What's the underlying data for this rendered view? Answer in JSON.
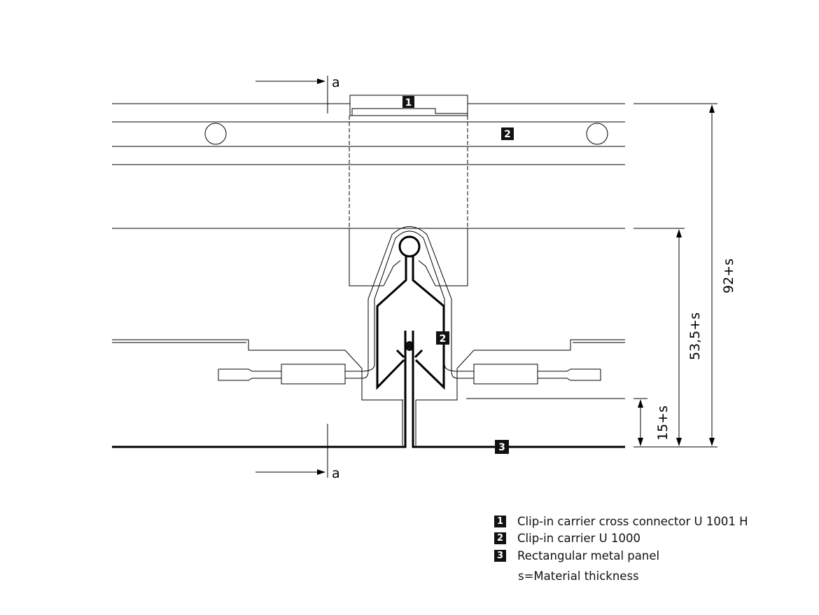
{
  "section_marks": {
    "top": "a",
    "bottom": "a"
  },
  "callouts": {
    "c1": "1",
    "c2_rail": "2",
    "c2_clip": "2",
    "c3": "3"
  },
  "dimensions": {
    "overall": "92+s",
    "middle": "53,5+s",
    "lower": "15+s"
  },
  "legend": {
    "items": [
      {
        "num": "1",
        "text": "Clip-in carrier cross connector U 1001 H"
      },
      {
        "num": "2",
        "text": "Clip-in carrier U 1000"
      },
      {
        "num": "3",
        "text": "Rectangular metal panel"
      }
    ],
    "note": "s=Material thickness"
  }
}
